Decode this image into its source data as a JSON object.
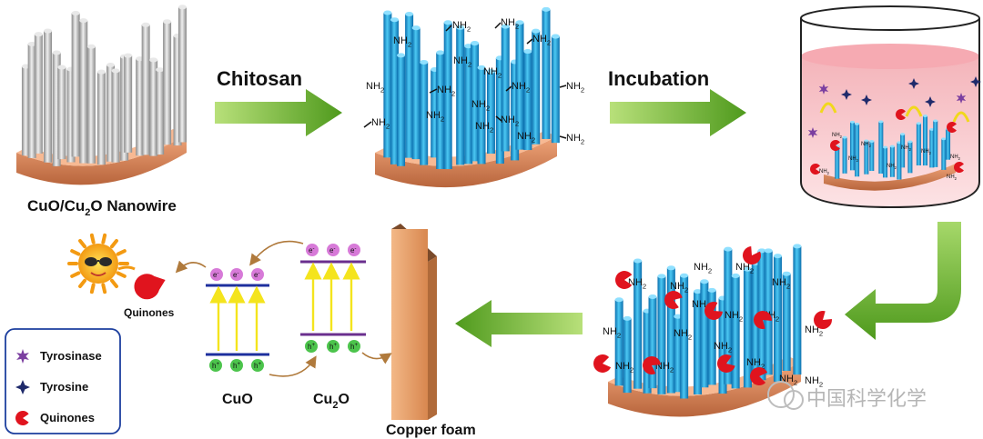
{
  "labels": {
    "chitosan": "Chitosan",
    "incubation": "Incubation",
    "cuo_cu2o_prefix": "CuO/Cu",
    "cuo_cu2o_sub": "2",
    "cuo_cu2o_suffix": "O Nanowire",
    "nh": "NH",
    "nh_sub": "2",
    "quinones": "Quinones",
    "cuo": "CuO",
    "cu2o_prefix": "Cu",
    "cu2o_sub": "2",
    "cu2o_suffix": "O",
    "copper_foam": "Copper foam",
    "electron": "e",
    "electron_sup": "-",
    "hole": "h",
    "hole_sup": "+"
  },
  "legend": {
    "items": [
      {
        "label": "Tyrosinase",
        "icon": "tyrosinase-star-icon",
        "color": "#7b3fa0"
      },
      {
        "label": "Tyrosine",
        "icon": "tyrosine-star-icon",
        "color": "#1f2a6b"
      },
      {
        "label": "Quinones",
        "icon": "quinone-pacman-icon",
        "color": "#e0141e"
      }
    ]
  },
  "watermark": {
    "text": "中国科学化学"
  },
  "colors": {
    "arrow_green": "#6bb52b",
    "nanowire_blue": "#1fa3dc",
    "nanowire_grey": "#b5b5b5",
    "substrate": "#d98b5f",
    "band_blue": "#1d2f9e",
    "band_purple": "#6a2f8e",
    "excite_arrow": "#f4e41d",
    "electron_pink": "#d77ad8",
    "hole_green": "#4cc44c",
    "quinone_red": "#e0141e",
    "beaker_liquid": "#f7c9cd"
  }
}
